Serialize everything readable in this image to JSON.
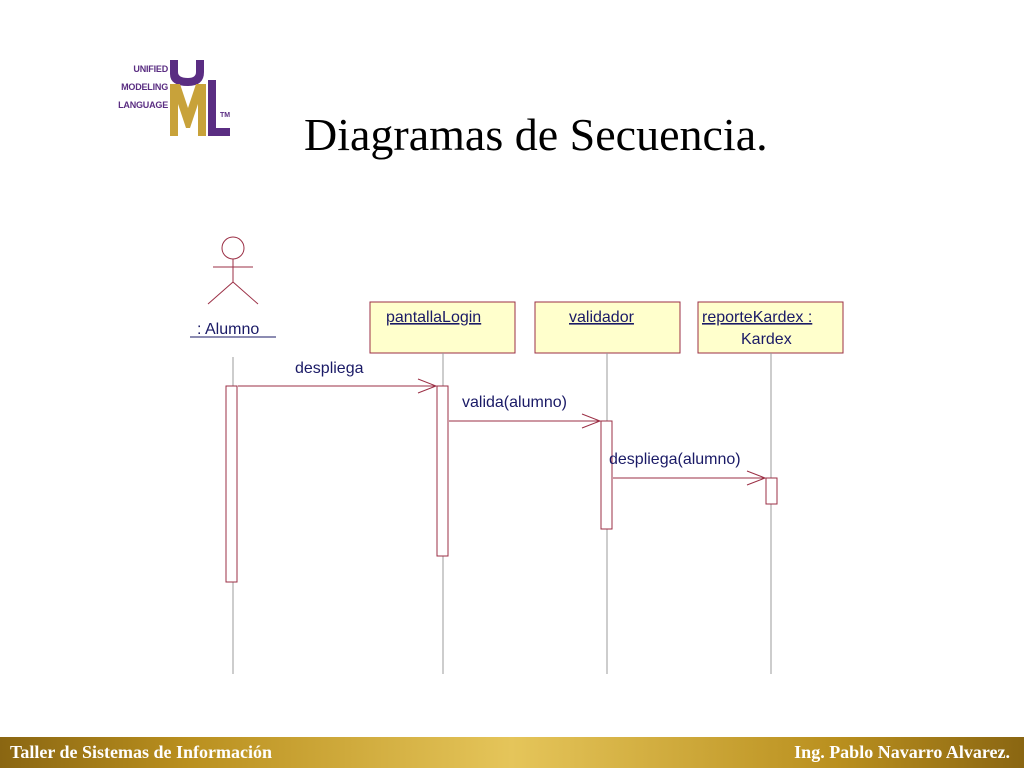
{
  "logo": {
    "lines": [
      "UNIFIED",
      "MODELING",
      "LANGUAGE"
    ],
    "tm": "TM",
    "colors": {
      "text": "#5a2d82",
      "u": "#5a2d82",
      "m": "#c8a23a",
      "l": "#5a2d82"
    }
  },
  "title": "Diagramas de Secuencia.",
  "diagram": {
    "actor": {
      "label": ": Alumno"
    },
    "objects": [
      {
        "label": "pantallaLogin"
      },
      {
        "label": "validador"
      },
      {
        "label_line1": "reporteKardex :",
        "label_line2": "Kardex"
      }
    ],
    "messages": [
      {
        "label": "despliega"
      },
      {
        "label": "valida(alumno)"
      },
      {
        "label": "despliega(alumno)"
      }
    ],
    "colors": {
      "box_fill": "#ffffcc",
      "line": "#9b2f45",
      "lifeline": "#999999",
      "label": "#1a1a66"
    }
  },
  "footer": {
    "left": "Taller de Sistemas de Información",
    "right": "Ing. Pablo Navarro Alvarez."
  }
}
